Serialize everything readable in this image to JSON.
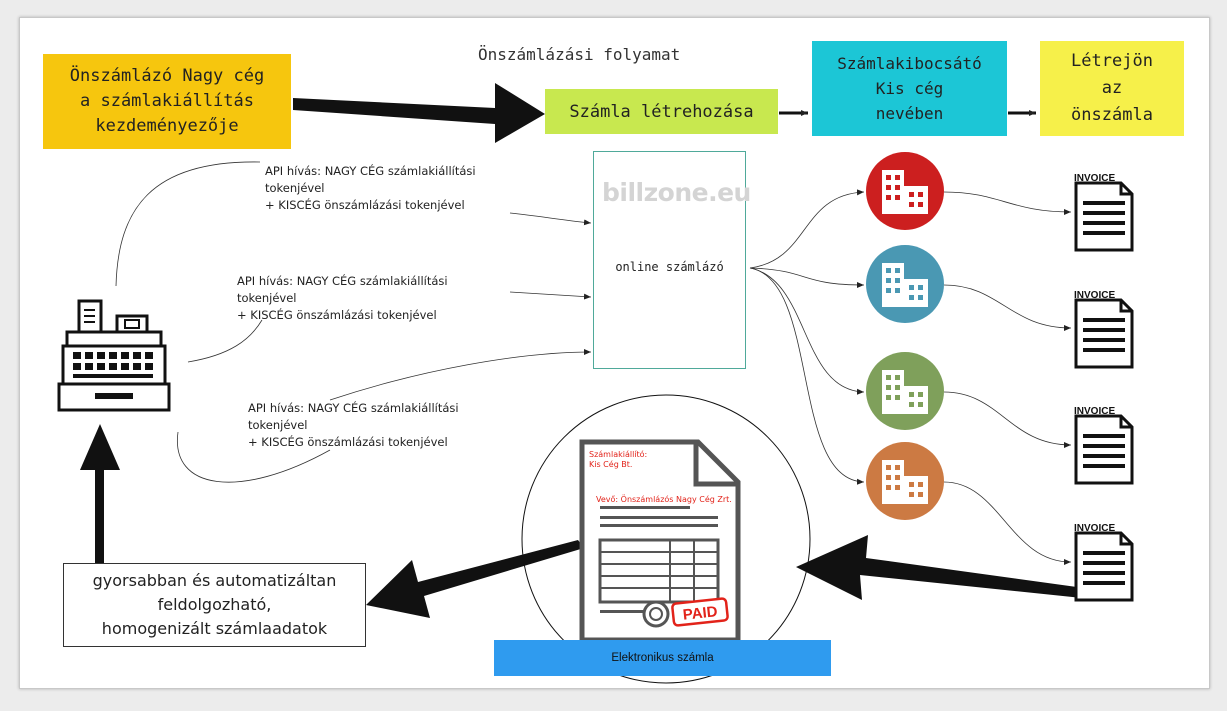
{
  "title": "Önszámlázási folyamat",
  "boxes": {
    "initiator": "Önszámlázó Nagy cég\na számlakiállítás\nkezdeményezője",
    "create": "Számla létrehozása",
    "issuer": "Számlakibocsátó\nKis cég\nnevében",
    "result": "Létrejön\naz\nönszámla"
  },
  "billing": {
    "logo": "billzone.eu",
    "label": "online számlázó"
  },
  "api_calls": [
    "API hívás: NAGY CÉG számlakiállítási\ntokenjével\n+ KISCÉG  önszámlázási tokenjével",
    "API hívás: NAGY CÉG számlakiállítási\ntokenjével\n+ KISCÉG önszámlázási tokenjével",
    "API hívás:  NAGY CÉG számlakiállítási\ntokenjével\n+ KISCÉG önszámlázási tokenjével"
  ],
  "invoices": [
    "INVOICE",
    "INVOICE",
    "INVOICE",
    "INVOICE"
  ],
  "summary": "gyorsabban és automatizáltan\nfeldolgozható,\nhomogenizált számlaadatok",
  "e_invoice": {
    "label": "Elektronikus számla",
    "issuer": "Számlakiállító:\n Kis Cég Bt.",
    "buyer": "Vevő: Önszámlázós Nagy Cég Zrt.",
    "stamp": "PAID"
  },
  "colors": {
    "initiator": "#f6c60e",
    "create": "#c8e84f",
    "issuer": "#1cc6d6",
    "result": "#f6f04a",
    "bar": "#2f9bef",
    "building_red": "#cc1f1f",
    "building_blue": "#4a98b3",
    "building_green": "#7fa05b",
    "building_orange": "#cc7a43"
  },
  "icons": [
    "cash-register-icon",
    "building-icon",
    "invoice-icon",
    "paid-stamp-icon",
    "arrow-icon"
  ]
}
